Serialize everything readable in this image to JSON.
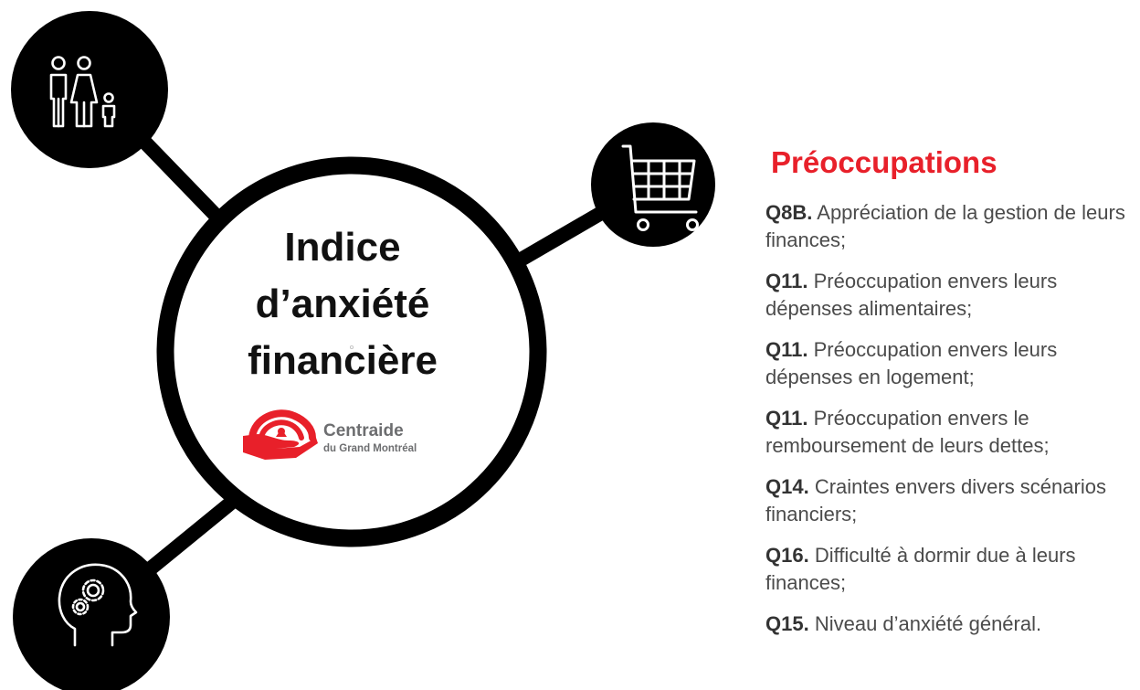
{
  "center": {
    "title_lines": [
      "Indice",
      "d’anxiété",
      "financière"
    ]
  },
  "logo": {
    "name": "Centraide",
    "subtitle": "du Grand Montréal",
    "color": "#e8202a"
  },
  "icons": [
    {
      "name": "family-icon"
    },
    {
      "name": "shopping-cart-icon"
    },
    {
      "name": "head-gears-icon"
    }
  ],
  "panel": {
    "heading": "Préoccupations",
    "heading_color": "#e8202a",
    "items": [
      {
        "code": "Q8B.",
        "text": "Appréciation de la gestion de leurs finances;"
      },
      {
        "code": "Q11.",
        "text": "Préoccupation envers leurs dépenses alimentaires;"
      },
      {
        "code": "Q11.",
        "text": "Préoccupation envers leurs dépenses en logement;"
      },
      {
        "code": "Q11.",
        "text": "Préoccupation envers le remboursement de leurs dettes;"
      },
      {
        "code": "Q14.",
        "text": "Craintes envers divers scénarios financiers;"
      },
      {
        "code": "Q16.",
        "text": "Difficulté à dormir due à leurs finances;"
      },
      {
        "code": "Q15.",
        "text": "Niveau d’anxiété général."
      }
    ]
  }
}
